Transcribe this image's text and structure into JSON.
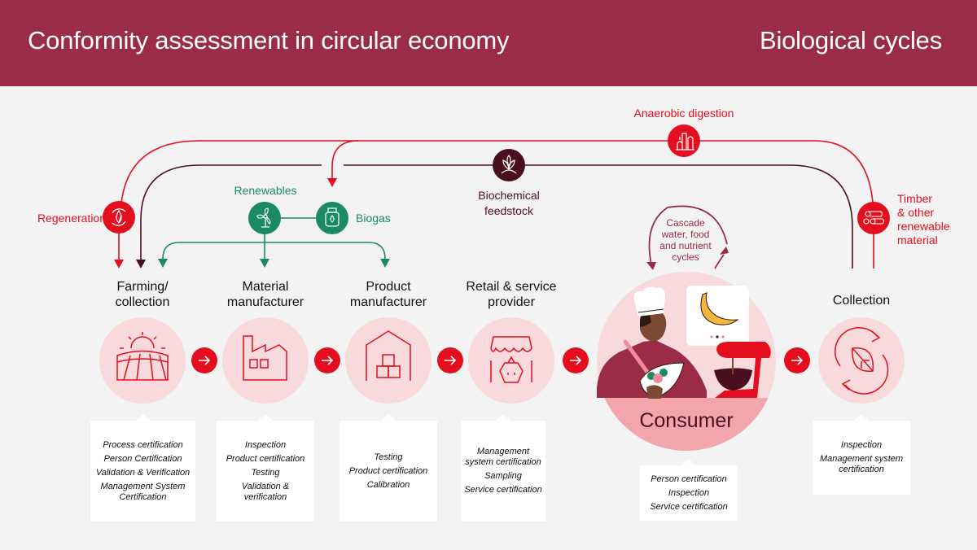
{
  "header": {
    "title": "Conformity assessment in circular economy",
    "subtitle": "Biological cycles"
  },
  "colors": {
    "header_bg": "#9b2c45",
    "red": "#e30e1e",
    "maroon": "#4a0f1f",
    "green": "#1a8a62",
    "pink_circle": "#f8d9dc",
    "consumer_circle": "#f2a5ab"
  },
  "loops": {
    "regeneration": "Regeneration",
    "renewables": "Renewables",
    "biogas": "Biogas",
    "biochemical": [
      "Biochemical",
      "feedstock"
    ],
    "anaerobic": "Anaerobic digestion",
    "timber": [
      "Timber",
      "& other",
      "renewable",
      "material"
    ],
    "cascade": [
      "Cascade",
      "water, food",
      "and nutrient",
      "cycles"
    ]
  },
  "icons": {
    "regeneration": "leaf-cycle-icon",
    "renewables": "wind-turbine-icon",
    "biogas": "gas-cylinder-icon",
    "biochemical": "sprout-icon",
    "anaerobic": "digester-plant-icon",
    "timber": "logs-icon"
  },
  "stages": [
    {
      "label": [
        "Farming/",
        "collection"
      ],
      "icon": "farm-field-sun-icon",
      "services": [
        "Process certification",
        "Person Certification",
        "Validation & Verification",
        "Management System Certification"
      ]
    },
    {
      "label": [
        "Material",
        "manufacturer"
      ],
      "icon": "factory-icon",
      "services": [
        "Inspection",
        "Product certification",
        "Testing",
        "Validation & verification"
      ]
    },
    {
      "label": [
        "Product",
        "manufacturer"
      ],
      "icon": "warehouse-boxes-icon",
      "services": [
        "Testing",
        "Product certification",
        "Calibration"
      ]
    },
    {
      "label": [
        "Retail & service",
        "provider"
      ],
      "icon": "shop-basket-icon",
      "services": [
        "Management system certification",
        "Sampling",
        "Service certification"
      ]
    },
    {
      "label": [
        "Consumer"
      ],
      "icon": "chef-cooking-illustration",
      "services": [
        "Person certification",
        "Inspection",
        "Service certification"
      ]
    },
    {
      "label": [
        "Collection"
      ],
      "icon": "leaf-recycle-icon",
      "services": [
        "Inspection",
        "Management system certification"
      ]
    }
  ]
}
